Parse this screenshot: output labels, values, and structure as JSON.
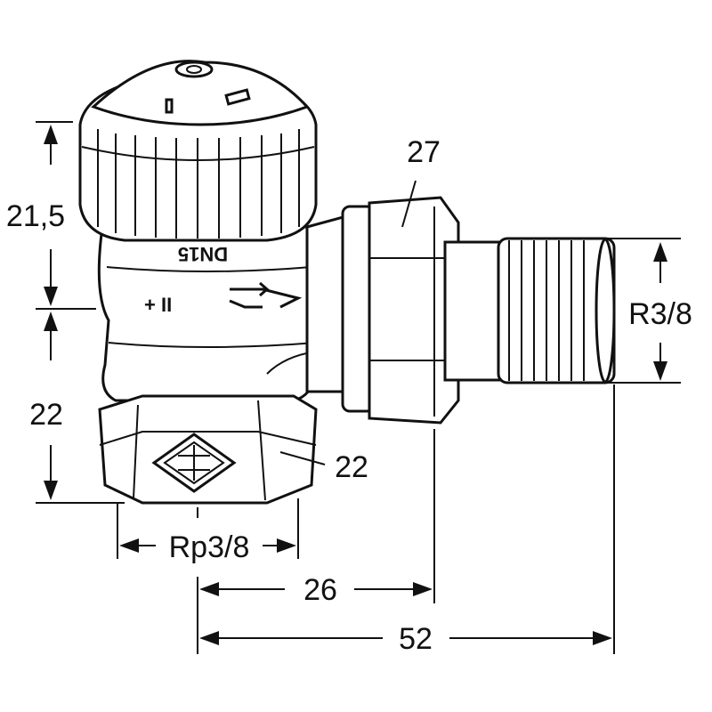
{
  "drawing": {
    "body_marking": "DN15",
    "setting_mark": "+ II",
    "dimensions": {
      "height_upper": "21,5",
      "height_lower": "22",
      "nut_width": "27",
      "outlet_thread": "R3/8",
      "body_hex": "22",
      "inlet_thread": "Rp3/8",
      "offset_to_nut": "26",
      "overall_length": "52"
    }
  }
}
